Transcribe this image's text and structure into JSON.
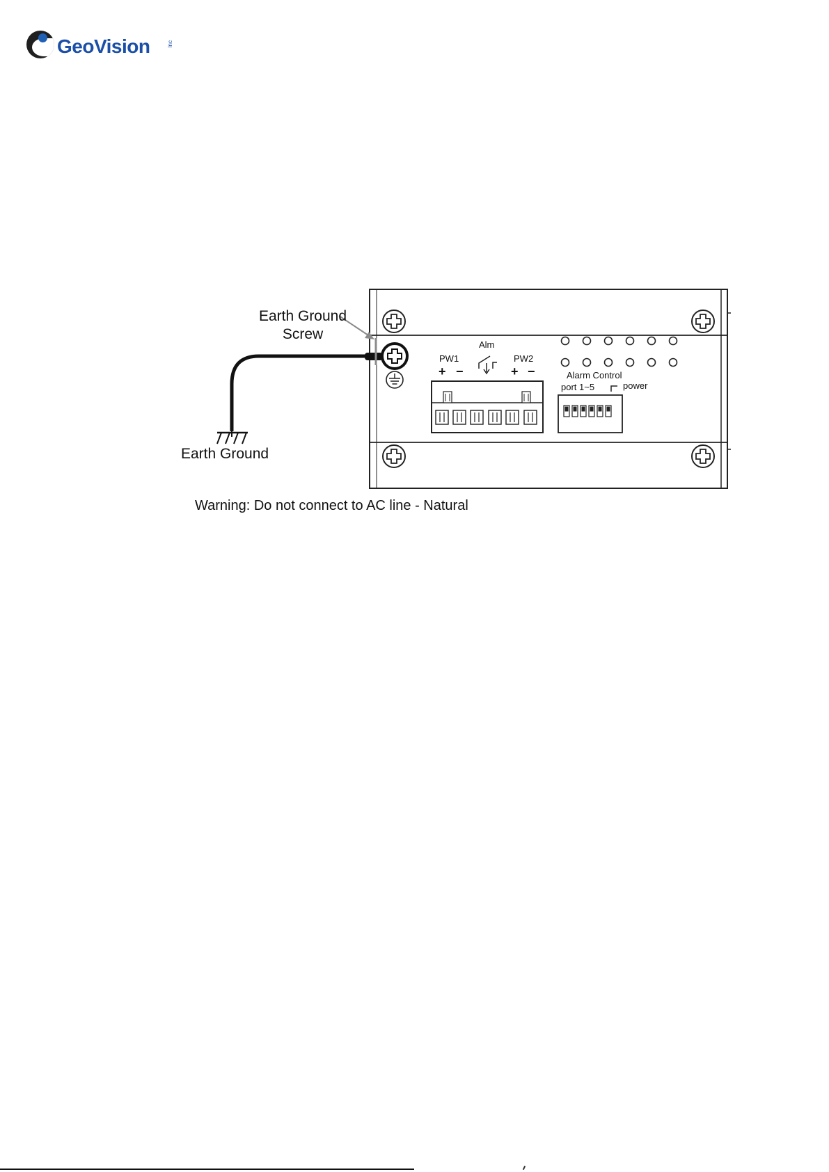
{
  "brand": {
    "name": "GeoVision",
    "suffix": "Inc"
  },
  "colors": {
    "brand_blue": "#1b4fa8",
    "line": "#222222",
    "arrow": "#8a8a8a"
  },
  "icons": {
    "logo": "geovision-logo-icon",
    "screw": "cross-screw-icon",
    "ground": "earth-ground-icon"
  },
  "labels": {
    "earth_ground_screw_line1": "Earth Ground",
    "earth_ground_screw_line2": "Screw",
    "earth_ground": "Earth Ground",
    "pw1": "PW1",
    "pw2": "PW2",
    "alm": "Alm",
    "plus": "+",
    "minus": "−",
    "alarm_control": "Alarm Control",
    "port": "port 1~5",
    "power": "power",
    "warning": "Warning: Do not connect to AC line - Natural"
  }
}
